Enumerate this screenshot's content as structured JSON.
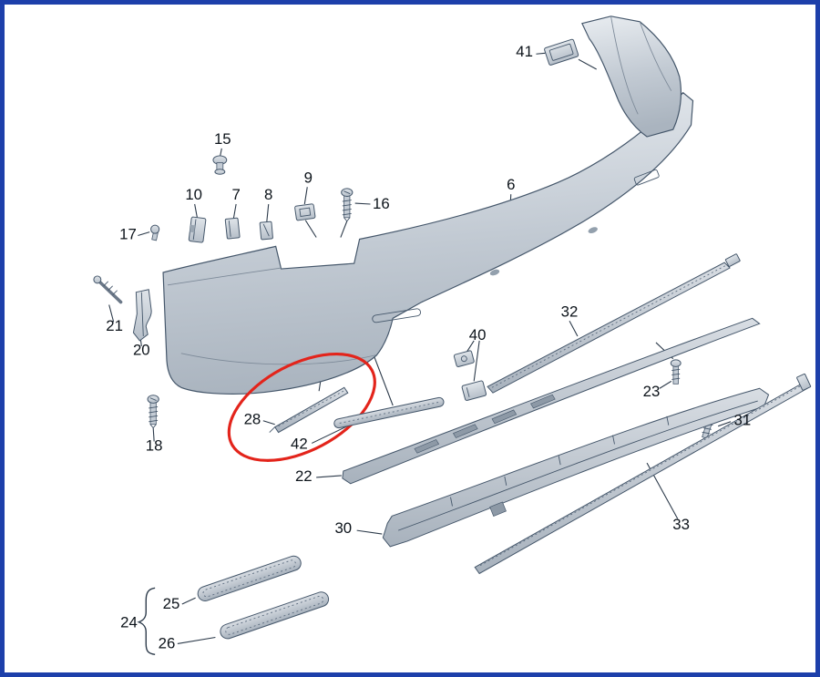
{
  "figure": {
    "type": "exploded parts diagram",
    "subject": "Rear bumper assembly",
    "colors": {
      "border": "#1d3faa",
      "highlight": "#e3241b",
      "part_fill": "#ccd3db",
      "part_stroke": "#44566a",
      "label_text": "#0c131a"
    },
    "labels": {
      "p6": "6",
      "p7": "7",
      "p8": "8",
      "p9": "9",
      "p10": "10",
      "p15": "15",
      "p16": "16",
      "p17": "17",
      "p18": "18",
      "p20": "20",
      "p21": "21",
      "p22": "22",
      "p23": "23",
      "p24": "24",
      "p25": "25",
      "p26": "26",
      "p28": "28",
      "p30": "30",
      "p31": "31",
      "p32": "32",
      "p33": "33",
      "p40": "40",
      "p41": "41",
      "p42": "42"
    }
  }
}
